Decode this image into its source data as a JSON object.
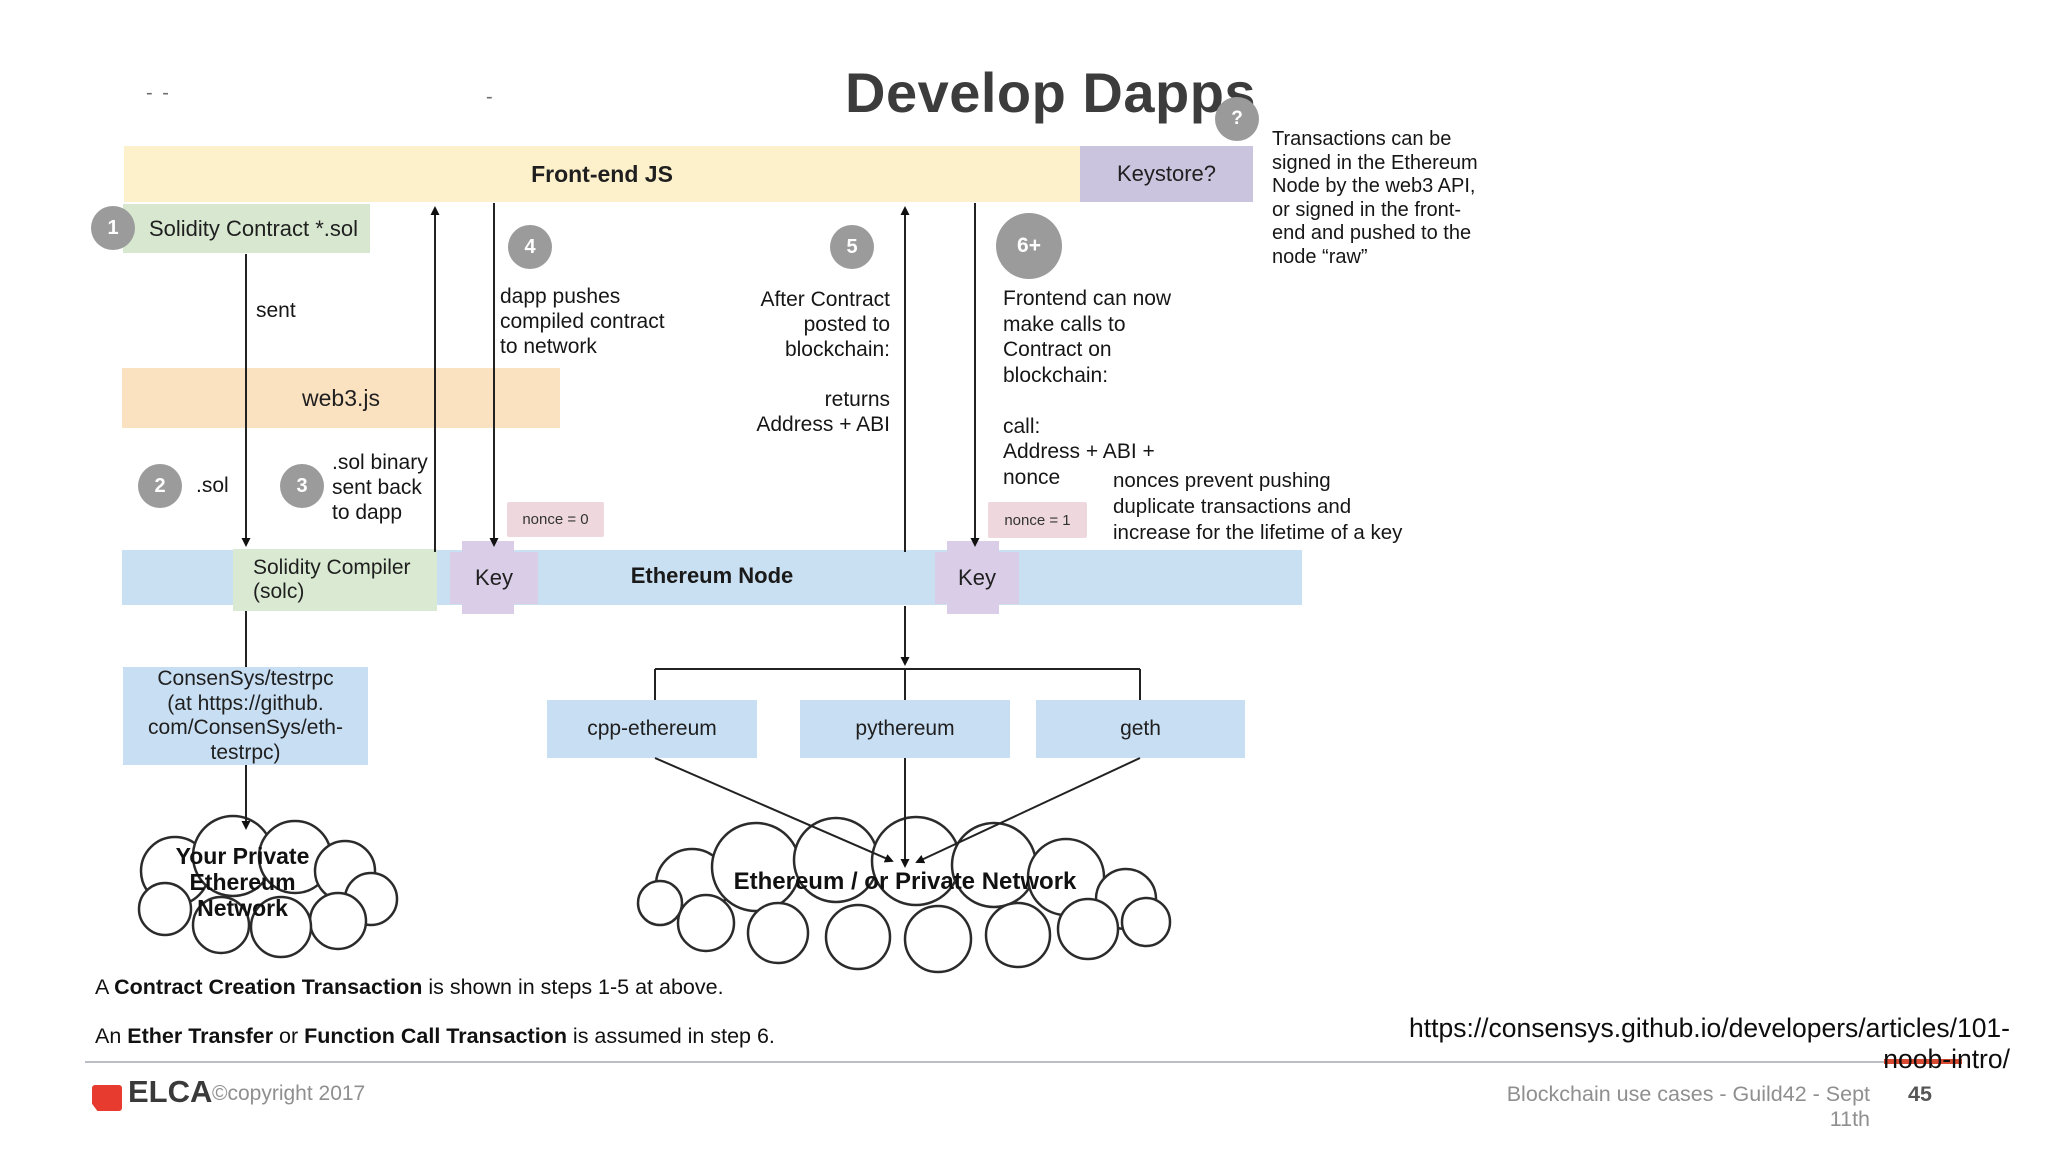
{
  "slide": {
    "title": "Develop Dapps",
    "help": "?"
  },
  "marks": {
    "left": "-   -",
    "mid": "-"
  },
  "note": "Transactions can be\nsigned in the Ethereum\nNode by the web3 API,\nor signed in the front-\nend and pushed to the\nnode “raw”",
  "bars": {
    "frontend": "Front-end JS",
    "keystore": "Keystore?",
    "web3": "web3.js",
    "node": "Ethereum Node"
  },
  "steps": [
    {
      "num": "1",
      "label": "Solidity Contract  *.sol"
    },
    {
      "num": "2",
      "label": ".sol"
    },
    {
      "num": "3",
      "label": ".sol binary\nsent back\nto dapp"
    },
    {
      "num": "4",
      "label": "dapp pushes\ncompiled contract\nto network"
    },
    {
      "num": "5",
      "label": "After Contract\nposted to\nblockchain:\n\nreturns\nAddress + ABI"
    },
    {
      "num": "6+",
      "label": "Frontend can now\nmake calls to\nContract on\nblockchain:\n\ncall:\nAddress + ABI +\nnonce"
    }
  ],
  "labels": {
    "sent": "sent",
    "nonce0": "nonce = 0",
    "nonce1": "nonce = 1",
    "key_left": "Key",
    "key_right": "Key",
    "nonce_note": "nonces prevent pushing\nduplicate transactions and\nincrease for the lifetime of a key",
    "compiler": "Solidity Compiler\n(solc)",
    "consensys": "ConsenSys/testrpc\n(at https://github.\ncom/ConsenSys/eth-\ntestrpc)"
  },
  "nodes": {
    "cpp": "cpp-ethereum",
    "py": "pythereum",
    "geth": "geth"
  },
  "clouds": {
    "left": "Your Private\nEthereum\nNetwork",
    "center": "Ethereum / or Private Network"
  },
  "footnotes": [
    {
      "parts": [
        {
          "t": "A ",
          "b": false
        },
        {
          "t": "Contract Creation Transaction",
          "b": true
        },
        {
          "t": " is shown in steps 1-5 at above.",
          "b": false
        }
      ]
    },
    {
      "parts": [
        {
          "t": "An ",
          "b": false
        },
        {
          "t": "Ether Transfer",
          "b": true
        },
        {
          "t": " or ",
          "b": false
        },
        {
          "t": "Function Call Transaction",
          "b": true
        },
        {
          "t": " is assumed in step 6.",
          "b": false
        }
      ]
    }
  ],
  "link": {
    "url": "https://consensys.github.io/developers/articles/101-noob-intro/"
  },
  "footer": {
    "logo": "ELCA",
    "copyright": "©copyright 2017",
    "deck": "Blockchain use cases - Guild42 - Sept 11th",
    "page": "45"
  },
  "colors": {
    "frontend_bar": "#fcf1ca",
    "keystore_bar": "#cbc4df",
    "web3_bar": "#fae2c1",
    "node_bar": "#c9dff2",
    "green_box": "#d7e7d0",
    "compiler_box": "#daead2",
    "blue_box": "#c8def2",
    "pink_label": "#eed8dd",
    "key_patch": "#d9cde7",
    "step_circle": "#9b9b9b",
    "accent_red": "#e63b2e"
  }
}
